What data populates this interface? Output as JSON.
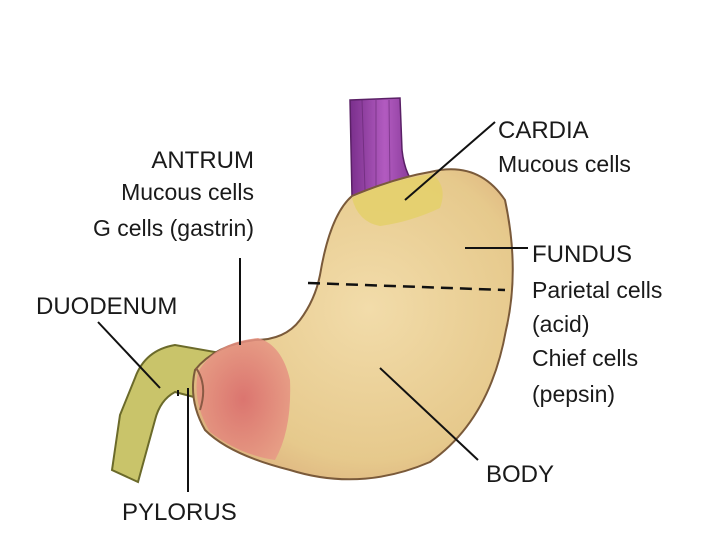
{
  "labels": {
    "cardia": {
      "title": "CARDIA",
      "lines": [
        "Mucous cells"
      ]
    },
    "antrum": {
      "title": "ANTRUM",
      "lines": [
        "Mucous cells",
        "G cells (gastrin)"
      ]
    },
    "fundus": {
      "title": "FUNDUS",
      "lines": [
        "Parietal cells",
        "(acid)",
        "Chief cells",
        "(pepsin)"
      ]
    },
    "duodenum": {
      "title": "DUODENUM"
    },
    "body": {
      "title": "BODY"
    },
    "pylorus": {
      "title": "PYLORUS"
    }
  },
  "colors": {
    "esophagus": "#9b3fa6",
    "stomach_body": "#e6c98c",
    "cardia": "#e4d06a",
    "antrum": "#d9666a",
    "duodenum": "#c9c46a"
  }
}
